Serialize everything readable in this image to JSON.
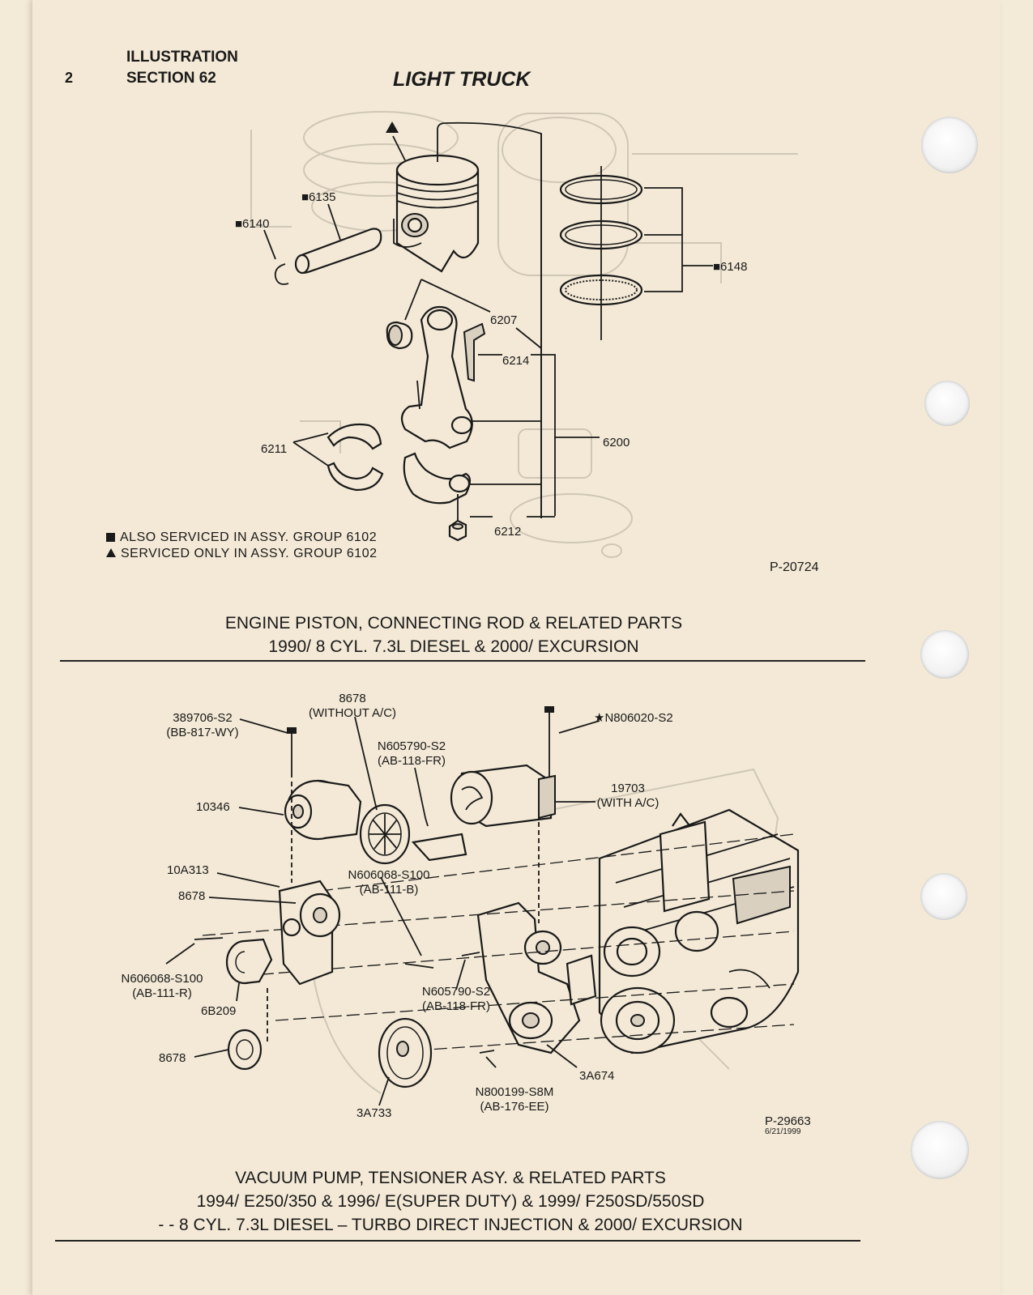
{
  "header": {
    "page_number": "2",
    "section_line1": "ILLUSTRATION",
    "section_line2": "SECTION 62",
    "title": "LIGHT TRUCK"
  },
  "figure1": {
    "labels": {
      "l6135": "■6135",
      "l6140": "■6140",
      "l6148": "■6148",
      "l6207": "6207",
      "l6214": "6214",
      "l6211": "6211",
      "l6200": "6200",
      "l6212": "6212"
    },
    "legend": {
      "line1": "ALSO SERVICED IN ASSY. GROUP 6102",
      "line2": "SERVICED ONLY IN ASSY. GROUP 6102"
    },
    "ref": "P-20724",
    "caption_line1": "ENGINE PISTON, CONNECTING ROD & RELATED PARTS",
    "caption_line2": "1990/ 8 CYL. 7.3L DIESEL & 2000/ EXCURSION"
  },
  "figure2": {
    "labels": {
      "l389706_a": "389706-S2",
      "l389706_b": "(BB-817-WY)",
      "l8678top_a": "8678",
      "l8678top_b": "(WITHOUT A/C)",
      "lN806020": "★N806020-S2",
      "lN605790top_a": "N605790-S2",
      "lN605790top_b": "(AB-118-FR)",
      "l19703_a": "19703",
      "l19703_b": "(WITH A/C)",
      "l10346": "10346",
      "l10A313": "10A313",
      "l8678mid": "8678",
      "lN606068mid_a": "N606068-S100",
      "lN606068mid_b": "(AB-111-B)",
      "lN606068left_a": "N606068-S100",
      "lN606068left_b": "(AB-111-R)",
      "l6B209": "6B209",
      "lN605790low_a": "N605790-S2",
      "lN605790low_b": "(AB-118-FR)",
      "l8678low": "8678",
      "l3A674": "3A674",
      "lN800199_a": "N800199-S8M",
      "lN800199_b": "(AB-176-EE)",
      "l3A733": "3A733"
    },
    "ref": "P-29663",
    "ref_date": "6/21/1999",
    "caption_line1": "VACUUM PUMP, TENSIONER ASY. & RELATED PARTS",
    "caption_line2": "1994/ E250/350 & 1996/ E(SUPER DUTY) & 1999/ F250SD/550SD",
    "caption_line3": "- - 8 CYL. 7.3L DIESEL – TURBO DIRECT INJECTION & 2000/ EXCURSION"
  }
}
